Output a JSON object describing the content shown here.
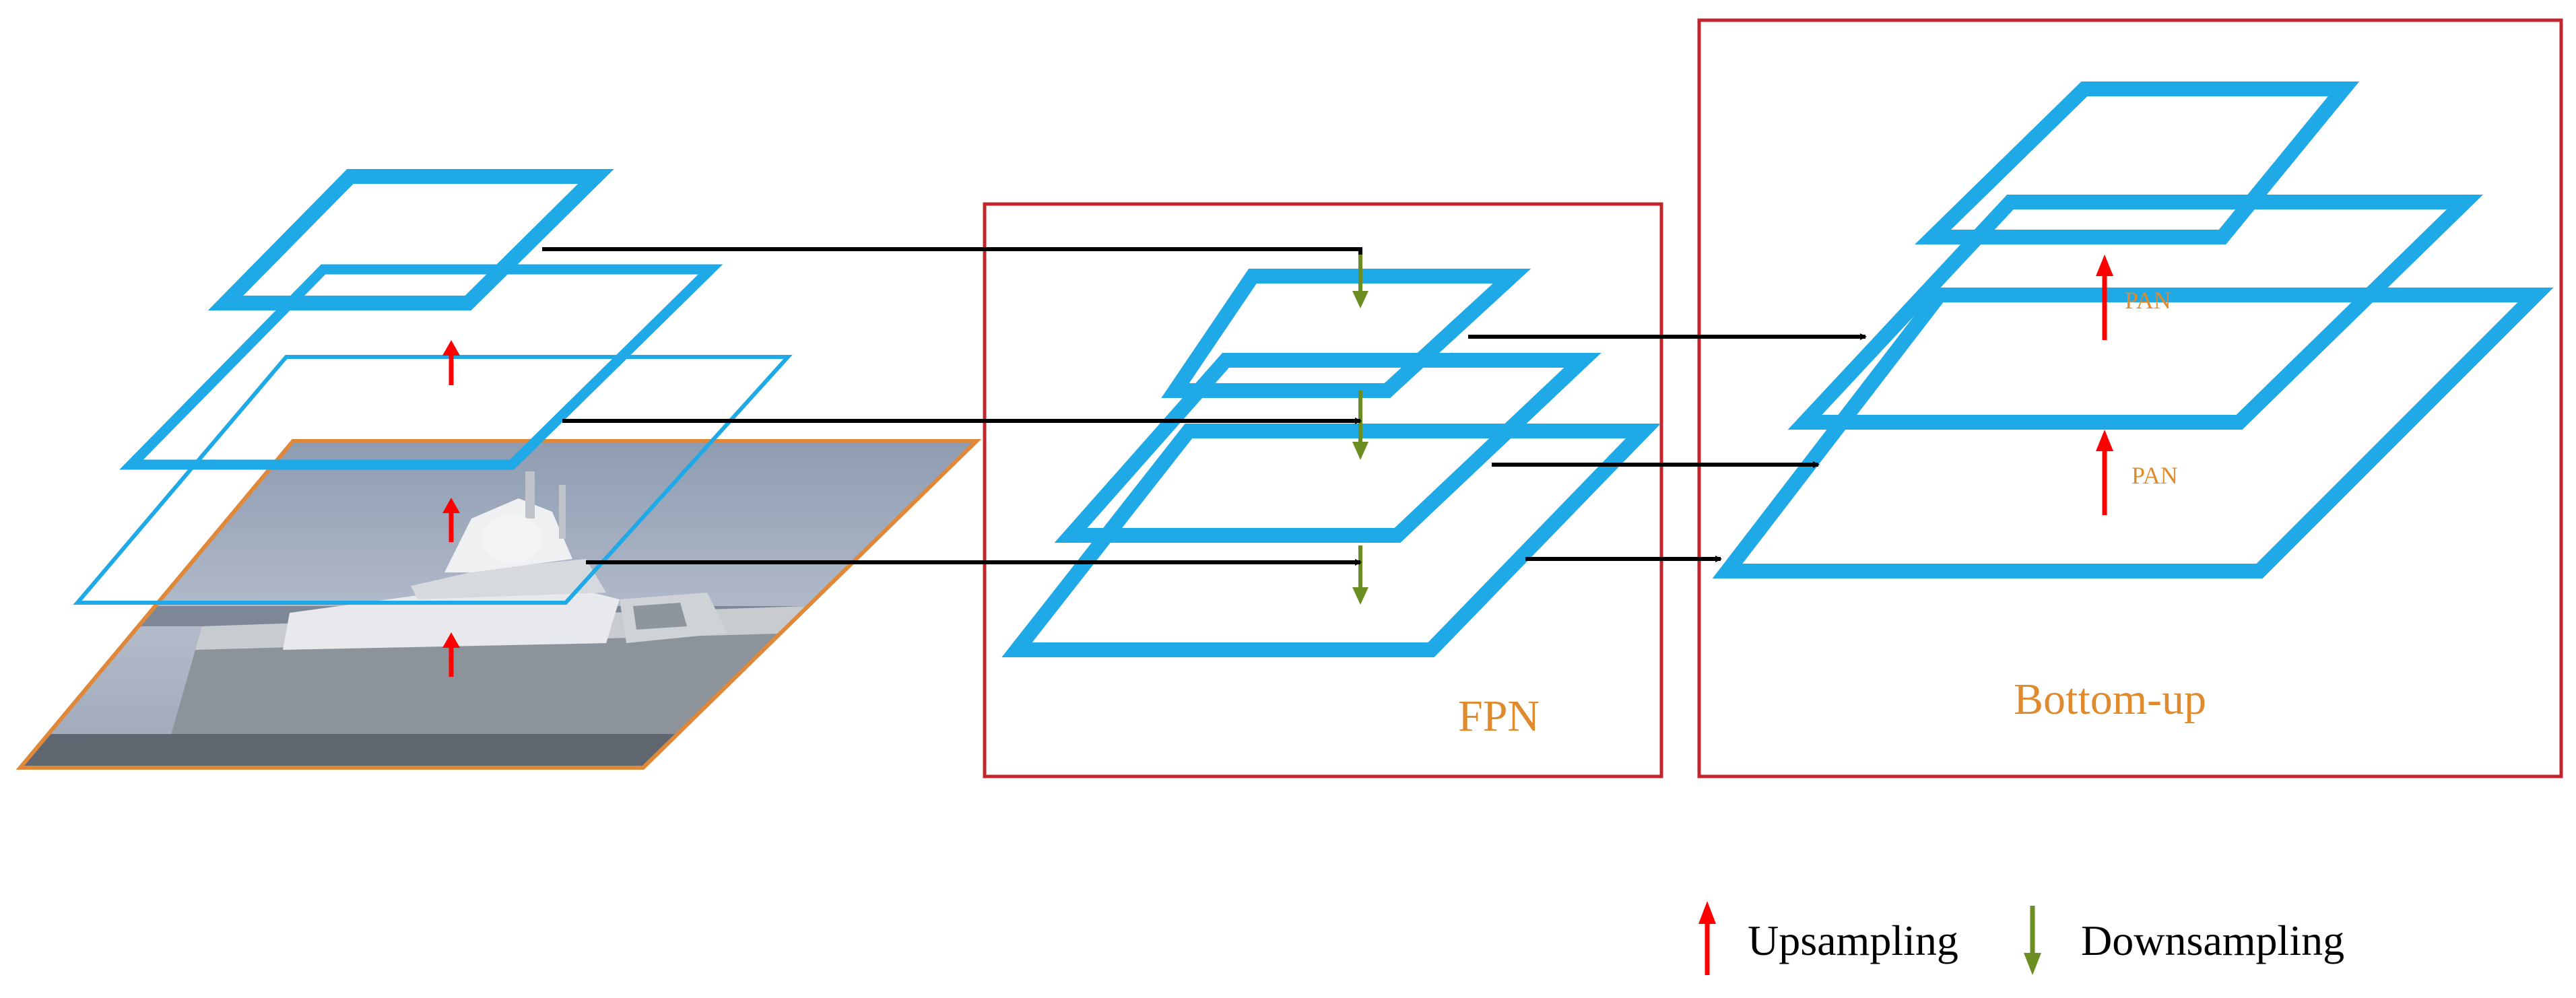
{
  "colors": {
    "layer": "#1fa9e6",
    "box": "#c0262b",
    "label": "#e08a2e",
    "up_arrow": "#ff0000",
    "down_arrow": "#6b8e23",
    "flow_arrow": "#000000",
    "image_border": "#e0883a"
  },
  "fpn": {
    "label": "FPN"
  },
  "bottom_up": {
    "label": "Bottom-up",
    "pan_labels": [
      "PAN",
      "PAN"
    ]
  },
  "legend": {
    "upsampling": "Upsampling",
    "downsampling": "Downsampling"
  },
  "icons": {
    "up": "red-up-arrow-icon",
    "down": "green-down-arrow-icon"
  }
}
